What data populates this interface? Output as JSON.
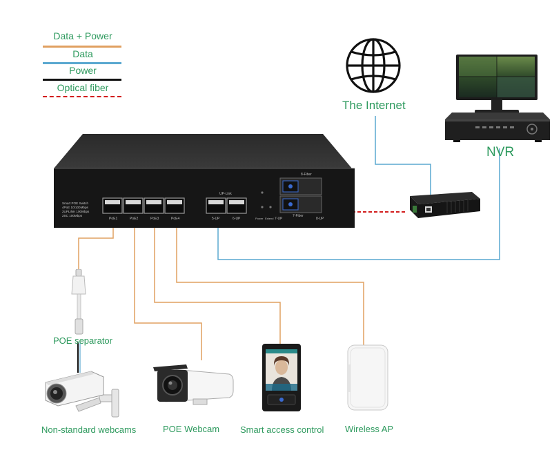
{
  "legend": {
    "items": [
      {
        "label": "Data + Power",
        "color": "#e0a060",
        "style": "solid"
      },
      {
        "label": "Data",
        "color": "#5aa8d0",
        "style": "solid"
      },
      {
        "label": "Power",
        "color": "#111111",
        "style": "solid"
      },
      {
        "label": "Optical fiber",
        "color": "#d21c1c",
        "style": "dashed"
      }
    ]
  },
  "labels": {
    "internet": "The Internet",
    "nvr": "NVR",
    "poe_separator": "POE separator",
    "nonstandard_webcams": "Non-standard webcams",
    "poe_webcam": "POE Webcam",
    "smart_access": "Smart access control",
    "wireless_ap": "Wireless AP"
  },
  "switch": {
    "title_lines": [
      "Smart POE Switch",
      "4PoE 10/100Mbps",
      "2UPLINK 100Mbps",
      "2SC 100Mbps"
    ],
    "uplink_label": "UP-Link",
    "fiber_label": "8-Fiber",
    "poe_ports": [
      "PoE1",
      "PoE2",
      "PoE3",
      "PoE4"
    ],
    "uplink_ports": [
      "5-UP",
      "6-UP"
    ],
    "fiber_ports": [
      "7-UP",
      "7-Fiber",
      "8-UP"
    ],
    "indicators": [
      "Power",
      "Extend"
    ]
  },
  "colors": {
    "accent_text": "#2e9a5e",
    "data_power": "#e0a060",
    "data": "#5aa8d0",
    "power": "#111111",
    "fiber": "#d21c1c"
  },
  "icons": [
    "globe-icon",
    "monitor-icon",
    "nvr-recorder-icon",
    "media-converter-icon",
    "poe-switch-icon",
    "poe-splitter-icon",
    "security-camera-icon",
    "bullet-camera-icon",
    "access-terminal-icon",
    "access-point-icon"
  ]
}
